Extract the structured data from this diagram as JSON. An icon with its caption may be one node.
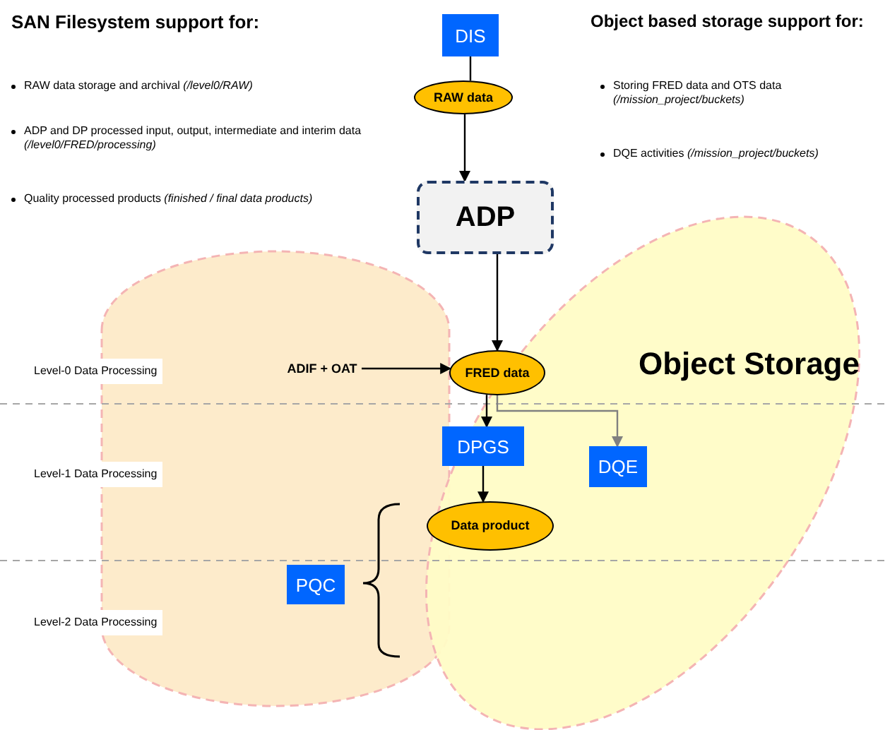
{
  "diagram": {
    "nodes": [
      {
        "text": [
          "DIS"
        ]
      },
      {
        "text": [
          "RAW data"
        ]
      },
      {
        "text": [
          "ADP"
        ]
      },
      {
        "text": [
          "ADIF + OAT"
        ]
      },
      {
        "text": [
          "FRED data"
        ]
      },
      {
        "text": [
          "DPGS"
        ]
      },
      {
        "text": [
          "DQE"
        ]
      },
      {
        "text": [
          "Data product"
        ]
      },
      {
        "text": [
          "PQC"
        ]
      }
    ],
    "edges": [
      {
        "from": 0,
        "to": 1,
        "arrow": "none"
      },
      {
        "from": 1,
        "to": 2,
        "arrow": "to"
      },
      {
        "from": 2,
        "to": 4,
        "arrow": "to"
      },
      {
        "from": 3,
        "to": 4,
        "arrow": "to"
      },
      {
        "from": 4,
        "to": 5,
        "arrow": "to"
      },
      {
        "from": 4,
        "to": 6,
        "arrow": "to",
        "color": "#808080"
      },
      {
        "from": 5,
        "to": 7,
        "arrow": "to"
      }
    ],
    "labels": [
      "SAN Filesystem support for:",
      "RAW data storage and archival *(/level0/RAW)*",
      "ADP and DP processed input, output, intermediate and interim data *(/level0/FRED/processing)*",
      "Quality processed products *(finished / final data products)*",
      "Object based storage support for:",
      "Storing FRED data and OTS data *(/mission_project/buckets)*",
      "DQE activities *(/mission_project/buckets)*",
      "Object Storage",
      "Level-0 Data Processing",
      "Level-1 Data Processing",
      "Level-2 Data Processing"
    ]
  }
}
